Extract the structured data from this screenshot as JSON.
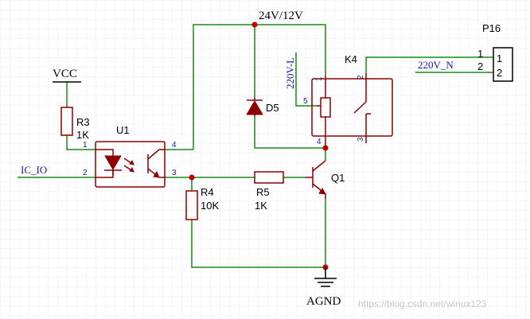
{
  "nets": {
    "supply": "24V/12V",
    "vcc": "VCC",
    "gnd": "AGND",
    "ac_live": "220V-L",
    "ac_neutral": "220V_N",
    "input": "IC_IO"
  },
  "components": {
    "r3": {
      "ref": "R3",
      "value": "1K"
    },
    "r4": {
      "ref": "R4",
      "value": "10K"
    },
    "r5": {
      "ref": "R5",
      "value": "1K"
    },
    "u1": {
      "ref": "U1"
    },
    "d5": {
      "ref": "D5"
    },
    "q1": {
      "ref": "Q1"
    },
    "k4": {
      "ref": "K4"
    },
    "p16": {
      "ref": "P16"
    }
  },
  "pins": {
    "u1_1": "1",
    "u1_2": "2",
    "u1_3": "3",
    "u1_4": "4",
    "k4_1": "1",
    "k4_2": "2",
    "k4_3": "3",
    "k4_4": "4",
    "k4_5": "5",
    "p16_w1": "1",
    "p16_w2": "2",
    "p16_b1": "1",
    "p16_b2": "2"
  },
  "watermark": "https://blog.csdn.net/winux123",
  "colors": {
    "wire": "#1a8a1a",
    "component": "#8b0000",
    "junction": "#c00000",
    "net_label": "#1a1aa0"
  }
}
